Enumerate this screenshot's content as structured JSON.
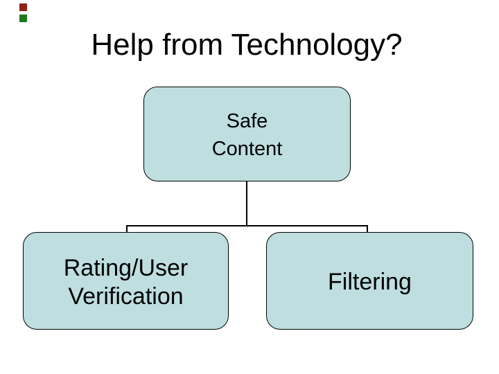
{
  "slide": {
    "title": "Help from Technology?",
    "colors": {
      "background": "#ffffff",
      "text": "#000000",
      "node_fill": "#bedee0",
      "node_border": "#000000",
      "connector": "#000000",
      "decor_red": "#8e2017",
      "decor_green": "#1f7a1f"
    }
  },
  "diagram": {
    "type": "hierarchy",
    "root": "Safe Content",
    "children": [
      "Rating/User Verification",
      "Filtering"
    ],
    "nodes": [
      {
        "id": "safe-content",
        "lines": [
          "Safe",
          "Content"
        ]
      },
      {
        "id": "rating-user-verification",
        "lines": [
          "Rating/User",
          "Verification"
        ]
      },
      {
        "id": "filtering",
        "lines": [
          "Filtering"
        ]
      }
    ]
  }
}
